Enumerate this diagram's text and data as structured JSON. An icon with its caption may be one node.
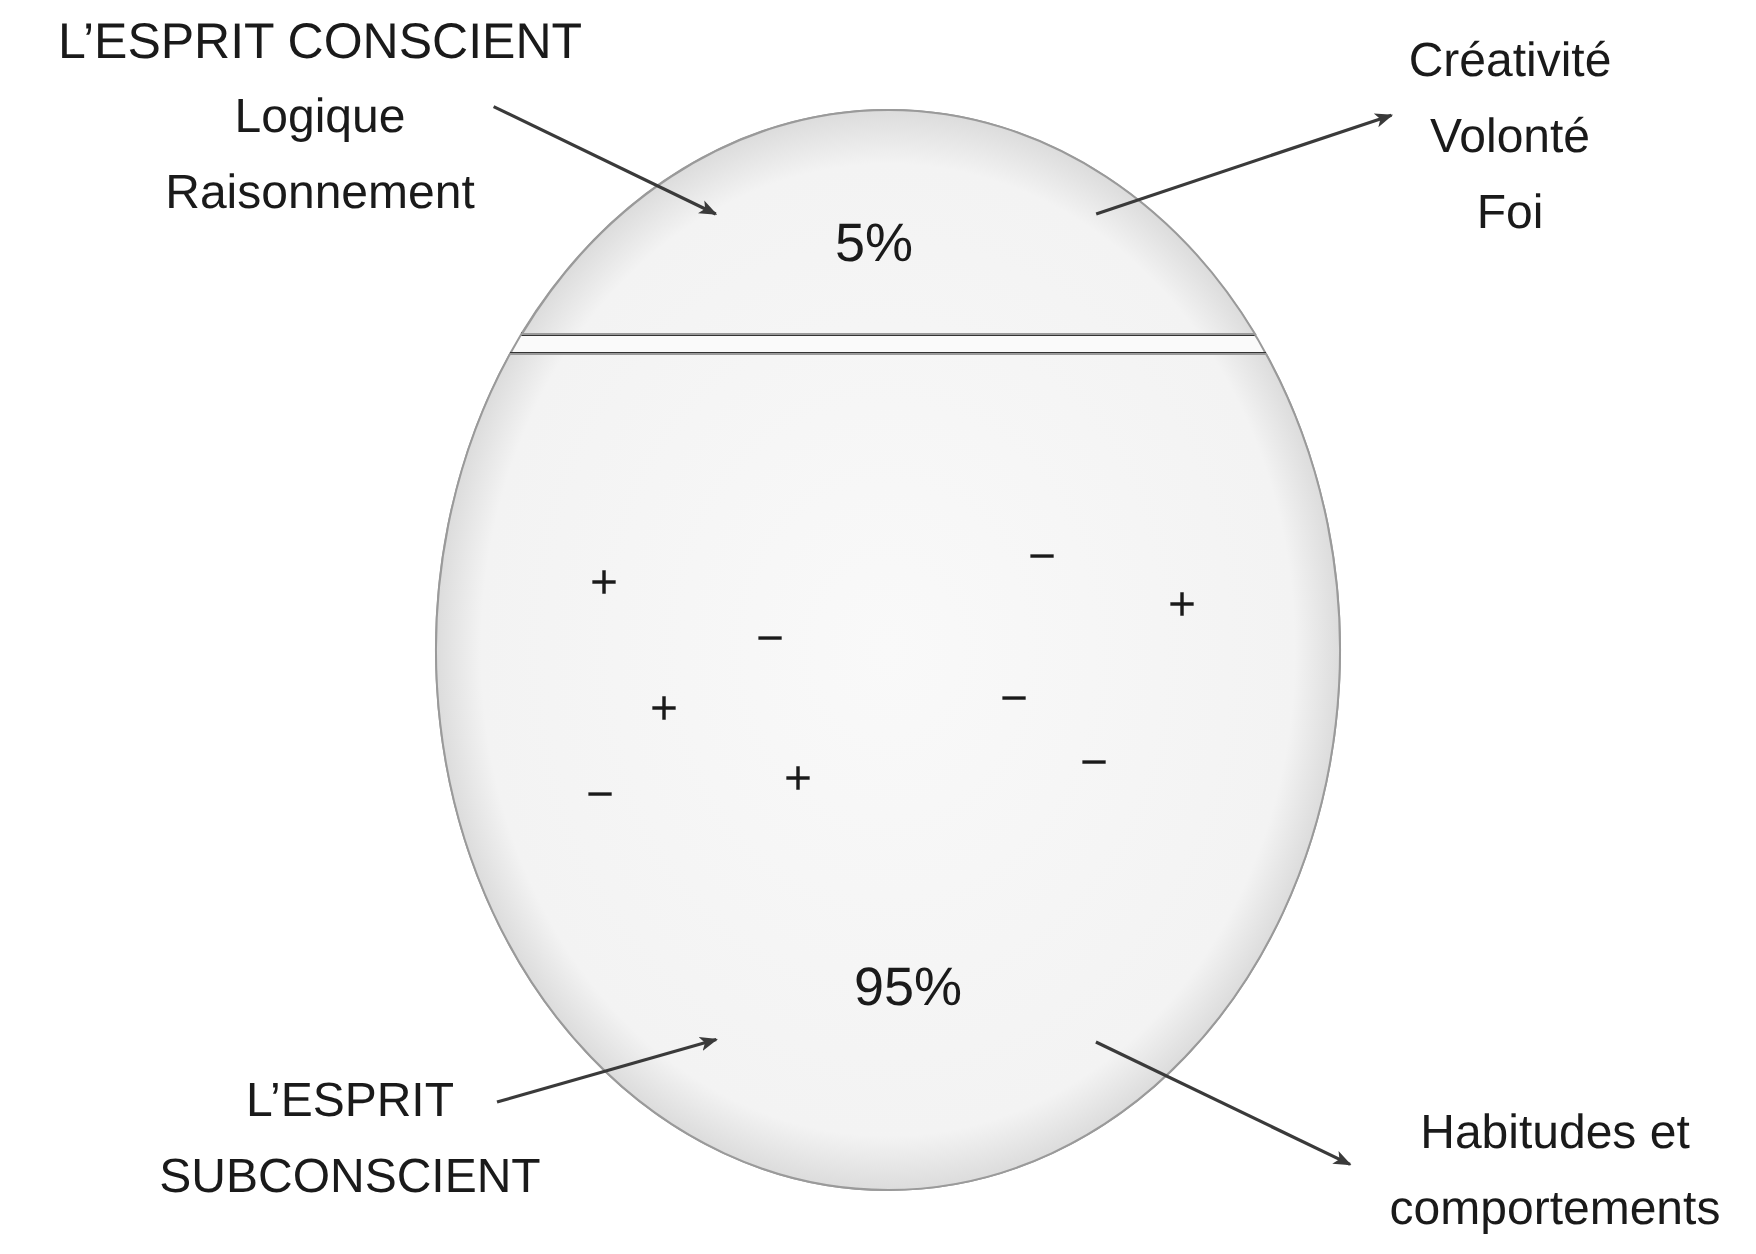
{
  "diagram": {
    "nodes": [
      {
        "text": [
          "L’ESPRIT CONSCIENT",
          "Logique Raisonnement"
        ]
      },
      {
        "text": [
          "Créativité Volonté Foi"
        ]
      },
      {
        "text": [
          "5%"
        ]
      },
      {
        "text": [
          "95%"
        ]
      },
      {
        "text": [
          "L’ESPRIT SUBCONSCIENT"
        ]
      },
      {
        "text": [
          "Habitudes et comportements"
        ]
      }
    ],
    "edges": [
      {
        "from": 0,
        "to": 2,
        "arrow": "to"
      },
      {
        "from": 2,
        "to": 1,
        "arrow": "to"
      },
      {
        "from": 4,
        "to": 3,
        "arrow": "to"
      },
      {
        "from": 3,
        "to": 5,
        "arrow": "to"
      }
    ],
    "labels": [
      "−",
      "+",
      "+",
      "−",
      "−",
      "+",
      "−",
      "+",
      "−"
    ]
  }
}
